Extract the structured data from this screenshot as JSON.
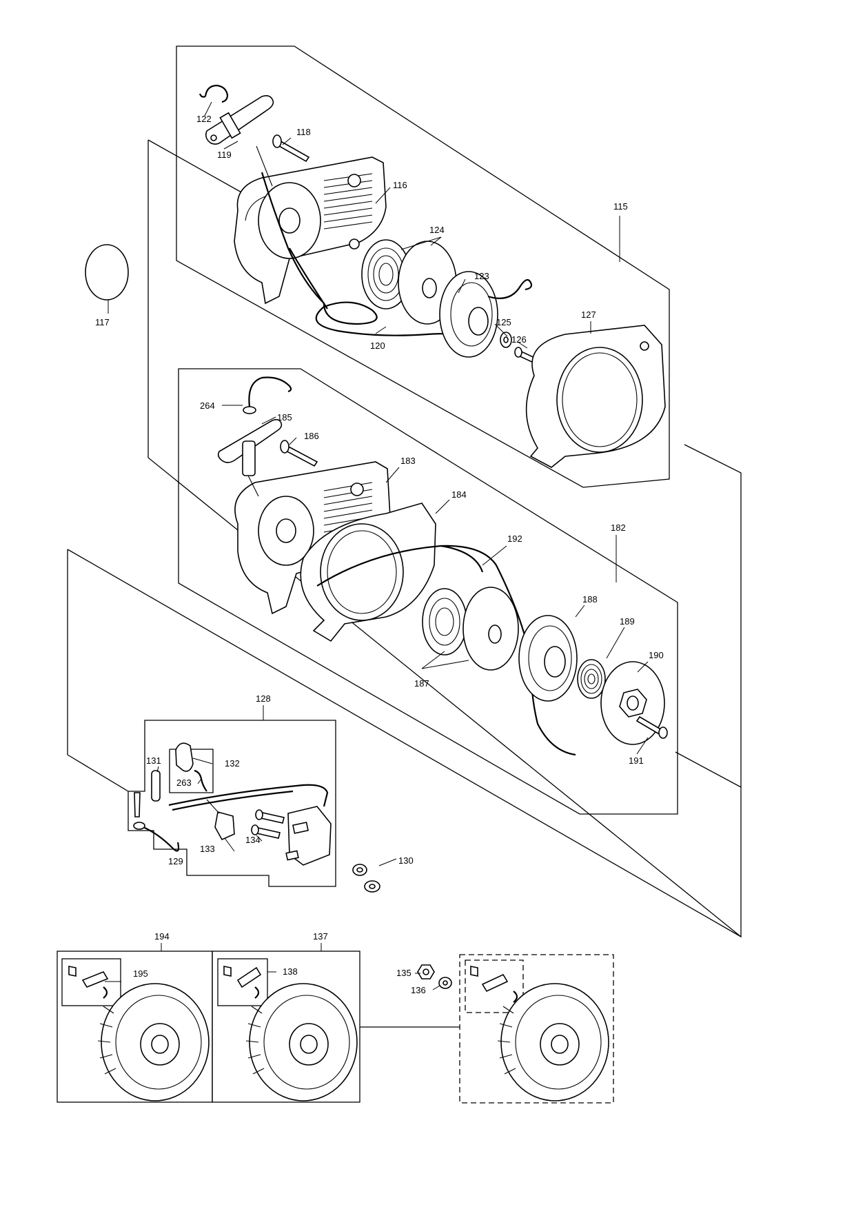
{
  "labels": {
    "p115": "115",
    "p116": "116",
    "p117": "117",
    "p118": "118",
    "p119": "119",
    "p120": "120",
    "p122": "122",
    "p123": "123",
    "p124": "124",
    "p125": "125",
    "p126": "126",
    "p127": "127",
    "p128": "128",
    "p129": "129",
    "p130": "130",
    "p131": "131",
    "p132": "132",
    "p133": "133",
    "p134": "134",
    "p135": "135",
    "p136": "136",
    "p137": "137",
    "p138": "138",
    "p182": "182",
    "p183": "183",
    "p184": "184",
    "p185": "185",
    "p186": "186",
    "p187": "187",
    "p188": "188",
    "p189": "189",
    "p190": "190",
    "p191": "191",
    "p192": "192",
    "p194": "194",
    "p195": "195",
    "p263": "263",
    "p264": "264"
  }
}
